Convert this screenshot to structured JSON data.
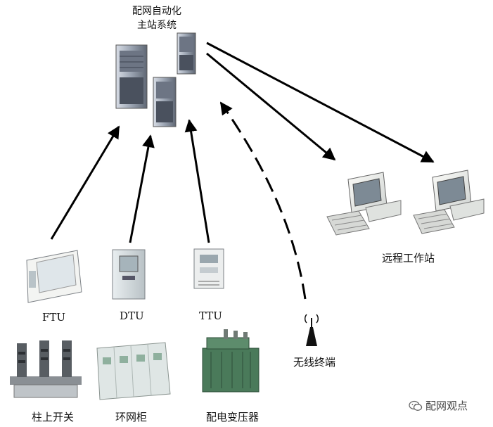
{
  "title": {
    "line1": "配网自动化",
    "line2": "主站系统"
  },
  "labels": {
    "ftu": "FTU",
    "dtu": "DTU",
    "ttu": "TTU",
    "wireless": "无线终端",
    "workstation": "远程工作站",
    "pole_switch": "柱上开关",
    "ring_cabinet": "环网柜",
    "transformer": "配电变压器"
  },
  "watermark": "配网观点",
  "icons": [
    "server-icon",
    "computer-icon",
    "antenna-icon",
    "wechat-icon"
  ],
  "colors": {
    "line": "#000000",
    "equipment_gray": "#c9ccce",
    "transformer_green": "#4a7a5a"
  }
}
